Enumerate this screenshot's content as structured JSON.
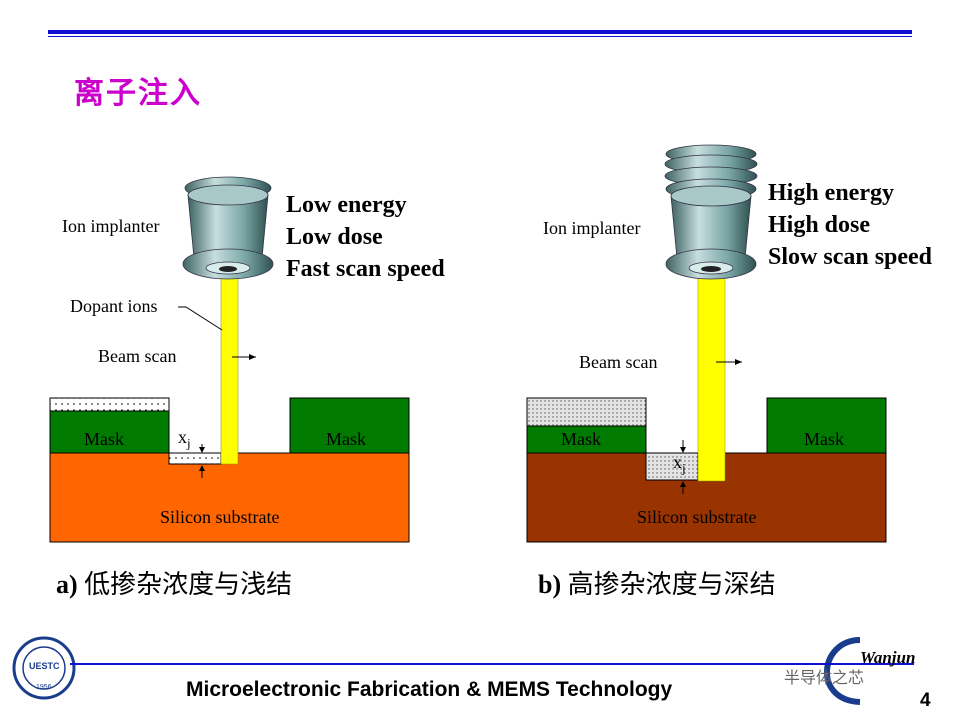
{
  "title": "离子注入",
  "panel_a": {
    "implanter_label": "Ion implanter",
    "params": [
      "Low energy",
      "Low dose",
      "Fast scan speed"
    ],
    "dopant_label": "Dopant ions",
    "beam_scan_label": "Beam scan",
    "mask_left": "Mask",
    "mask_right": "Mask",
    "xj_label": "x",
    "xj_sub": "j",
    "substrate_label": "Silicon substrate",
    "caption_prefix": "a)",
    "caption_text": "低掺杂浓度与浅结"
  },
  "panel_b": {
    "implanter_label": "Ion implanter",
    "params": [
      "High energy",
      "High dose",
      "Slow scan speed"
    ],
    "beam_scan_label": "Beam scan",
    "mask_left": "Mask",
    "mask_right": "Mask",
    "xj_label": "x",
    "xj_sub": "j",
    "substrate_label": "Silicon substrate",
    "caption_prefix": "b)",
    "caption_text": "高掺杂浓度与深结"
  },
  "footer": {
    "course": "Microelectronic Fabrication & MEMS Technology",
    "page": "4",
    "author": "Wanjun",
    "logo_text": "UESTC",
    "logo_year": "1956",
    "watermark": "半导体之芯"
  },
  "colors": {
    "title": "#cc00cc",
    "rule": "#1010d0",
    "mask": "#007a00",
    "substrate_a": "#ff6600",
    "substrate_b": "#993300",
    "beam": "#ffff00",
    "implanter": "#6f9a9a"
  }
}
